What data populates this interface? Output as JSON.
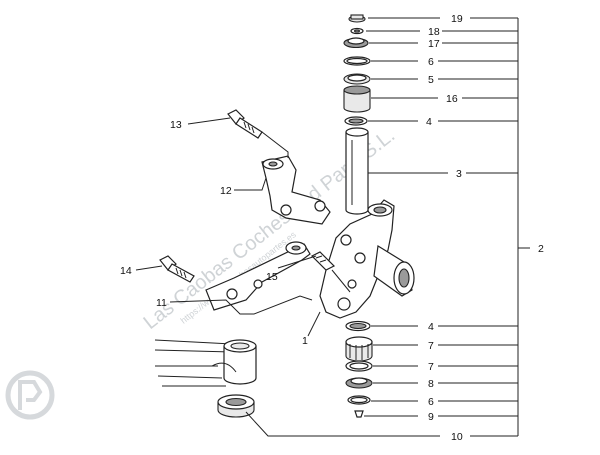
{
  "callouts": {
    "c19": "19",
    "c18": "18",
    "c17": "17",
    "c6a": "6",
    "c5": "5",
    "c16": "16",
    "c4a": "4",
    "c3": "3",
    "c2": "2",
    "c4b": "4",
    "c7a": "7",
    "c7b": "7",
    "c8": "8",
    "c6b": "6",
    "c9": "9",
    "c10": "10",
    "c13": "13",
    "c12": "12",
    "c14": "14",
    "c15": "15",
    "c11": "11",
    "c1": "1"
  },
  "watermark": {
    "text": "Las Caobas Coches and Parts S.L.",
    "subtext": "https://www.lascaobasautopartes.es"
  }
}
